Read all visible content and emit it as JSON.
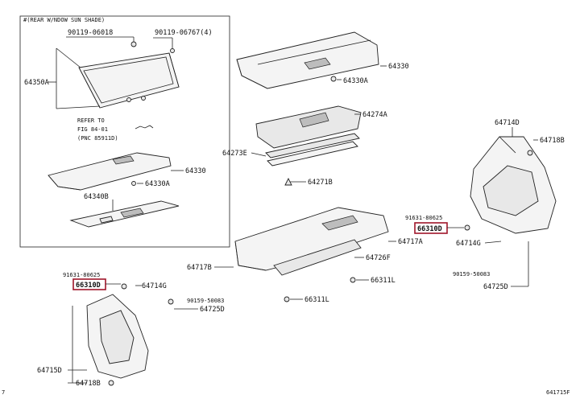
{
  "diagram": {
    "inset_title": "#(REAR W/NDOW SUN SHADE)",
    "note_lines": [
      "REFER TO",
      "FIG 84-01",
      "(PNC 85911D)"
    ],
    "labels": {
      "l_90119_06018": "90119-06018",
      "l_90119_06767": "90119-06767(4)",
      "l_64350A": "64350A",
      "l_64330_inset": "64330",
      "l_64330A_inset": "64330A",
      "l_64340B": "64340B",
      "l_64330": "64330",
      "l_64330A": "64330A",
      "l_64274A": "64274A",
      "l_64273E": "64273E",
      "l_64271B": "64271B",
      "l_64714D": "64714D",
      "l_64718B_right": "64718B",
      "l_91631_right": "91631-80625",
      "l_66310D_right": "66310D",
      "l_64714G_right": "64714G",
      "l_90159_right": "90159-50083",
      "l_64725D_right": "64725D",
      "l_64717A": "64717A",
      "l_64726F": "64726F",
      "l_66311L_a": "66311L",
      "l_66311L_b": "66311L",
      "l_64717B": "64717B",
      "l_91631_left": "91631-80625",
      "l_66310D_left": "66310D",
      "l_64714G_left": "64714G",
      "l_90159_left": "90159-50083",
      "l_64725D_left": "64725D",
      "l_64715D": "64715D",
      "l_64718B_left": "64718B",
      "l_corner": "641715F",
      "l_left_mark": "7"
    },
    "highlight_color": "#a0162a"
  }
}
